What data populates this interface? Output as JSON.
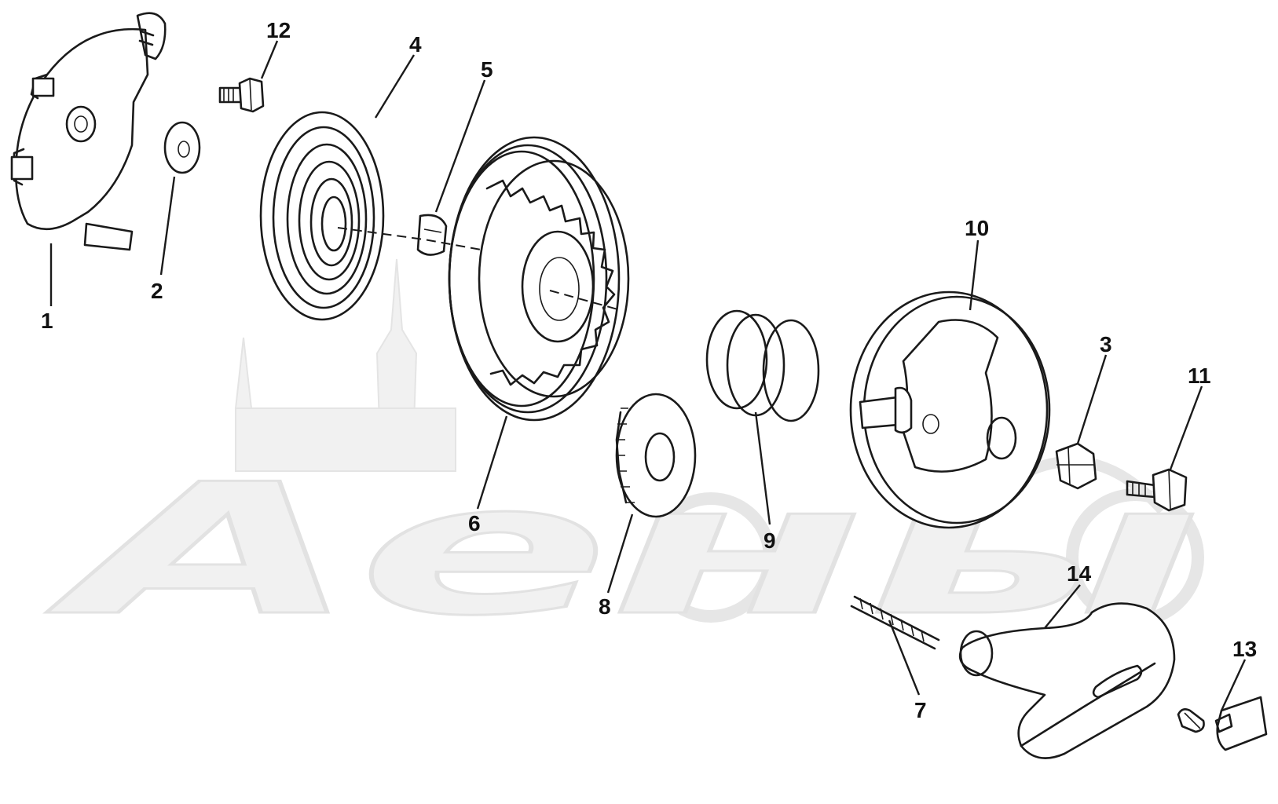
{
  "watermark": {
    "text": "Аены",
    "color": "#f0f0f0"
  },
  "callouts": [
    {
      "id": "1",
      "label": "1"
    },
    {
      "id": "2",
      "label": "2"
    },
    {
      "id": "3",
      "label": "3"
    },
    {
      "id": "4",
      "label": "4"
    },
    {
      "id": "5",
      "label": "5"
    },
    {
      "id": "6",
      "label": "6"
    },
    {
      "id": "7",
      "label": "7"
    },
    {
      "id": "8",
      "label": "8"
    },
    {
      "id": "9",
      "label": "9"
    },
    {
      "id": "10",
      "label": "10"
    },
    {
      "id": "11",
      "label": "11"
    },
    {
      "id": "12",
      "label": "12"
    },
    {
      "id": "13",
      "label": "13"
    },
    {
      "id": "14",
      "label": "14"
    }
  ],
  "colors": {
    "line": "#1a1a1a",
    "background": "#ffffff",
    "watermark": "#f0f0f0"
  }
}
